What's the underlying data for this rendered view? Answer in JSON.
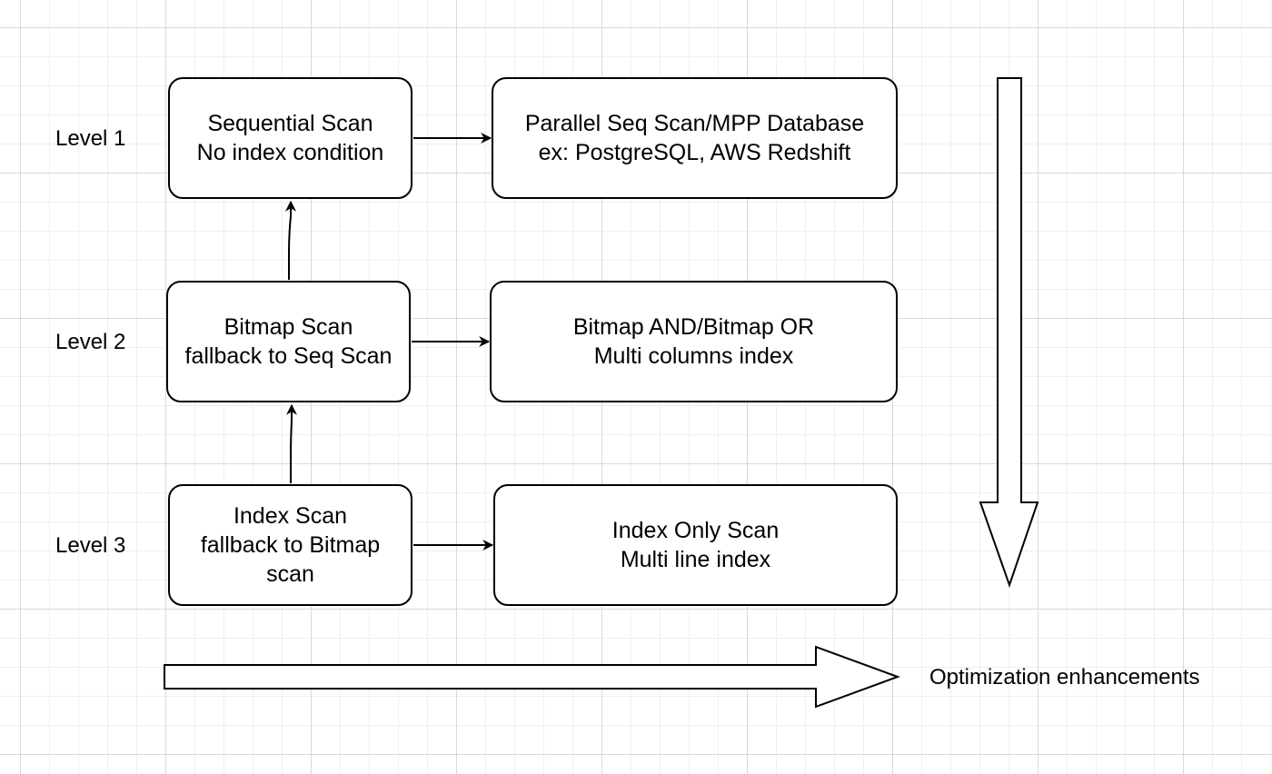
{
  "levels": [
    {
      "label": "Level 1",
      "base": [
        "Sequential Scan",
        "No index condition"
      ],
      "enhanced": [
        "Parallel Seq Scan/MPP Database",
        "ex: PostgreSQL, AWS Redshift"
      ]
    },
    {
      "label": "Level 2",
      "base": [
        "Bitmap Scan",
        "fallback to Seq Scan"
      ],
      "enhanced": [
        "Bitmap AND/Bitmap OR",
        "Multi columns index"
      ]
    },
    {
      "label": "Level 3",
      "base": [
        "Index Scan",
        "fallback to Bitmap",
        "scan"
      ],
      "enhanced": [
        "Index Only Scan",
        "Multi line index"
      ]
    }
  ],
  "optimization_label": "Optimization enhancements"
}
